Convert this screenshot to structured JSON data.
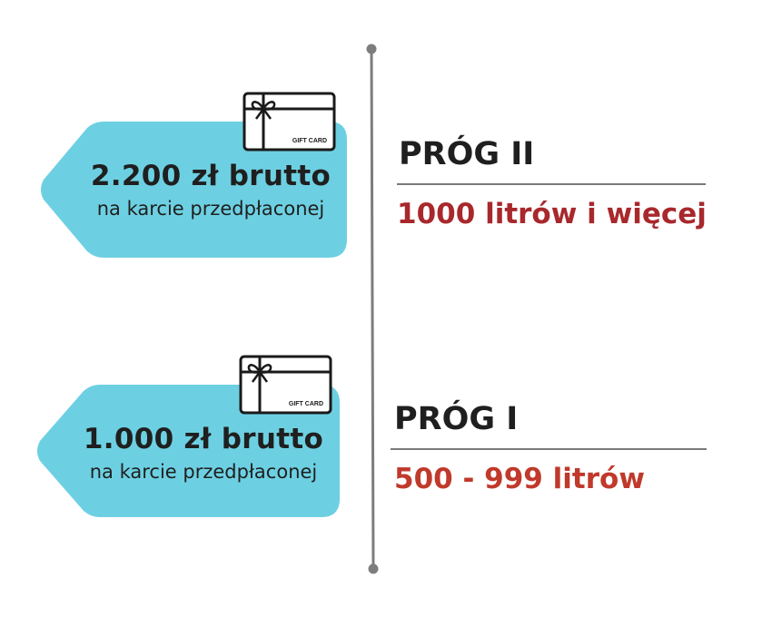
{
  "colors": {
    "tag_fill": "#6dd0e2",
    "timeline": "#7d7d7d",
    "tier2_value": "#a8282c",
    "tier1_value": "#c0392b",
    "icon_stroke": "#1a1a1a"
  },
  "tiers": [
    {
      "title": "PRÓG II",
      "value": "1000 litrów i więcej",
      "reward_amount": "2.200 zł brutto",
      "reward_desc": "na karcie przedpłaconej",
      "card_label": "GIFT CARD",
      "icon": "gift-card-icon"
    },
    {
      "title": "PRÓG I",
      "value": "500 - 999 litrów",
      "reward_amount": "1.000 zł brutto",
      "reward_desc": "na karcie przedpłaconej",
      "card_label": "GIFT CARD",
      "icon": "gift-card-icon"
    }
  ]
}
